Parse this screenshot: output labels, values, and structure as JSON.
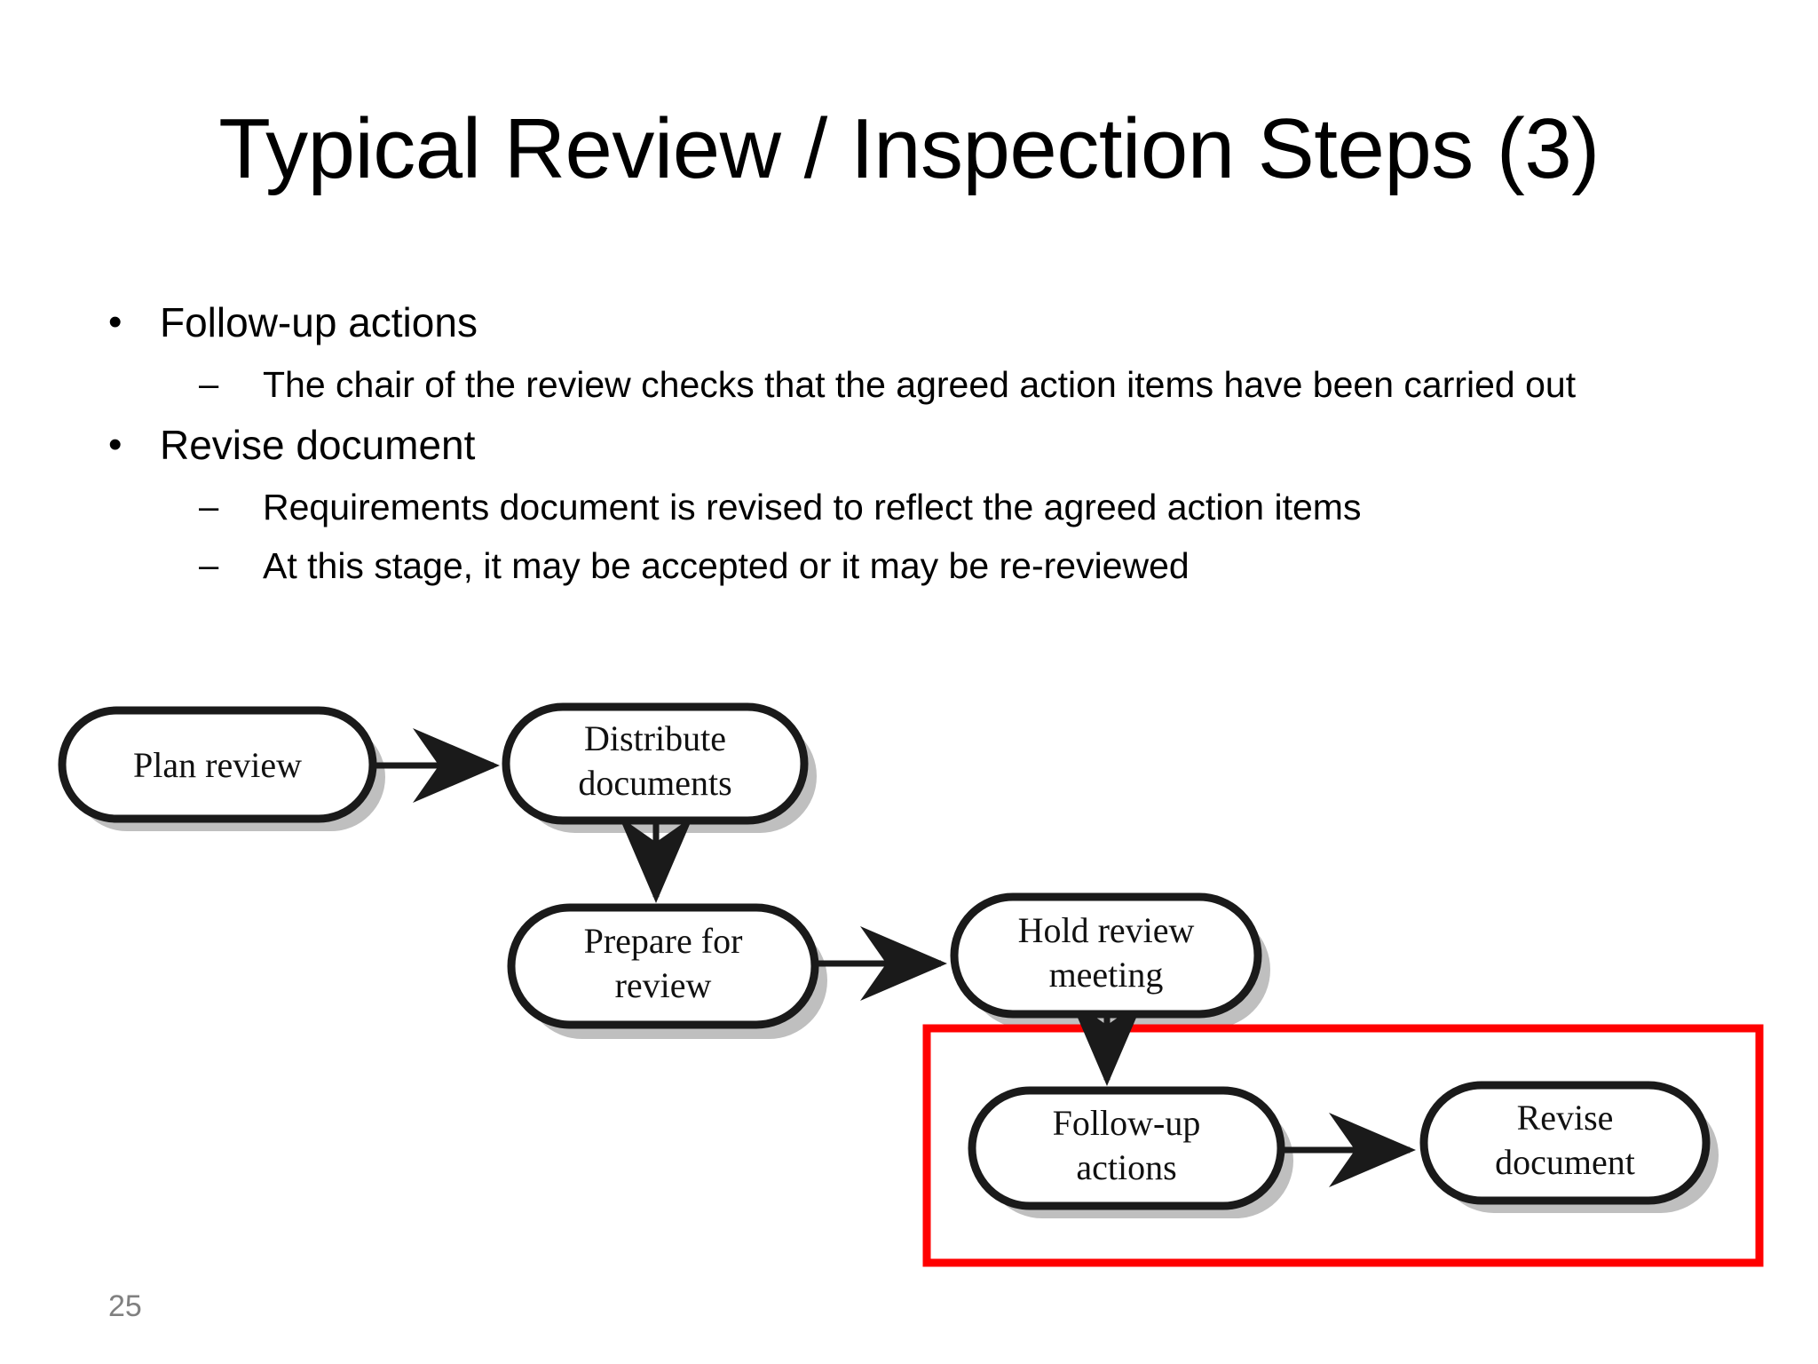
{
  "slide": {
    "title": "Typical Review / Inspection Steps (3)",
    "page_number": "25",
    "background_color": "#FFFFFF"
  },
  "bullets": [
    {
      "level": 1,
      "marker": "•",
      "text": "Follow-up actions"
    },
    {
      "level": 2,
      "marker": "–",
      "text": "The chair of the review checks that the agreed action items have been carried out"
    },
    {
      "level": 1,
      "marker": "•",
      "text": "Revise document"
    },
    {
      "level": 2,
      "marker": "–",
      "text": "Requirements document is revised to reflect the agreed action items"
    },
    {
      "level": 2,
      "marker": "–",
      "text": "At this stage, it may be accepted or it may be re-reviewed"
    }
  ],
  "diagram": {
    "type": "flowchart",
    "node_fill": "#FFFFFF",
    "node_stroke": "#1A1A1A",
    "node_shadow": "#BFBFBF",
    "highlight_color": "#FF0000",
    "nodes": [
      {
        "id": "plan-review",
        "line1": "Plan review",
        "line2": ""
      },
      {
        "id": "distribute-documents",
        "line1": "Distribute",
        "line2": "documents"
      },
      {
        "id": "prepare-for-review",
        "line1": "Prepare for",
        "line2": "review"
      },
      {
        "id": "hold-review-meeting",
        "line1": "Hold review",
        "line2": "meeting"
      },
      {
        "id": "follow-up-actions",
        "line1": "Follow-up",
        "line2": "actions"
      },
      {
        "id": "revise-document",
        "line1": "Revise",
        "line2": "document"
      }
    ],
    "edges": [
      {
        "from": "plan-review",
        "to": "distribute-documents",
        "direction": "right"
      },
      {
        "from": "distribute-documents",
        "to": "prepare-for-review",
        "direction": "down"
      },
      {
        "from": "prepare-for-review",
        "to": "hold-review-meeting",
        "direction": "right"
      },
      {
        "from": "hold-review-meeting",
        "to": "follow-up-actions",
        "direction": "down"
      },
      {
        "from": "follow-up-actions",
        "to": "revise-document",
        "direction": "right"
      }
    ],
    "highlight_box": {
      "label": "red-highlight-rectangle",
      "contains": [
        "follow-up-actions",
        "revise-document"
      ]
    }
  }
}
